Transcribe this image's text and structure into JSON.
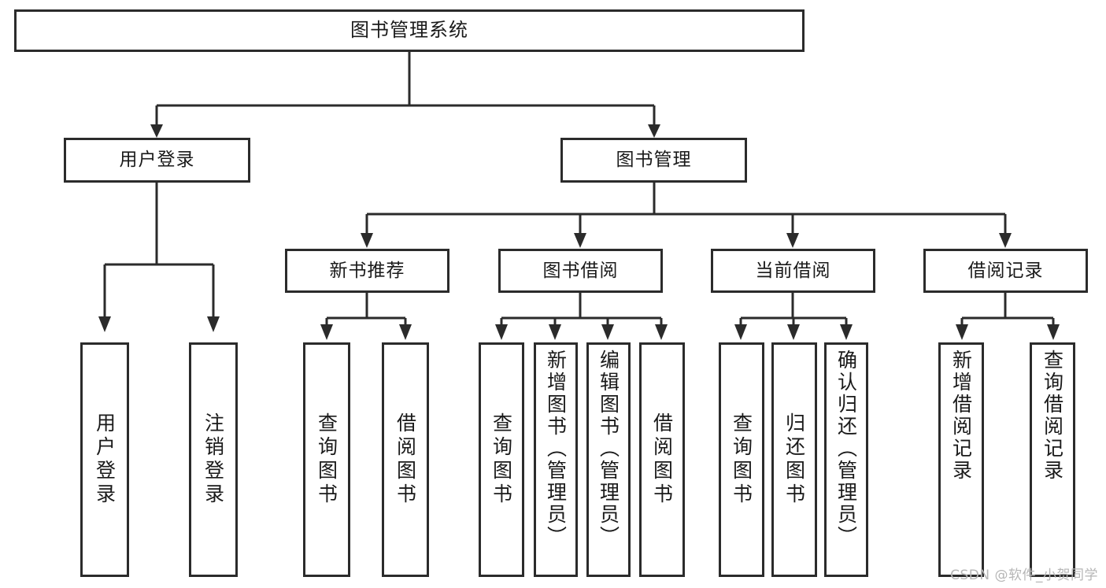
{
  "diagram": {
    "title": "图书管理系统",
    "type": "hierarchy-tree",
    "root": {
      "label": "图书管理系统"
    },
    "branches": [
      {
        "label": "用户登录"
      },
      {
        "label": "图书管理"
      }
    ],
    "sub_branches": [
      {
        "label": "新书推荐"
      },
      {
        "label": "图书借阅"
      },
      {
        "label": "当前借阅"
      },
      {
        "label": "借阅记录"
      }
    ],
    "leaves": {
      "user_login": [
        {
          "label": "用户登录"
        },
        {
          "label": "注销登录"
        }
      ],
      "new_book_recommend": [
        {
          "label": "查询图书"
        },
        {
          "label": "借阅图书"
        }
      ],
      "book_borrow": [
        {
          "label": "查询图书"
        },
        {
          "label": "新增图书（管理员）"
        },
        {
          "label": "编辑图书（管理员）"
        },
        {
          "label": "借阅图书"
        }
      ],
      "current_borrow": [
        {
          "label": "查询图书"
        },
        {
          "label": "归还图书"
        },
        {
          "label": "确认归还（管理员）"
        }
      ],
      "borrow_record": [
        {
          "label": "新增借阅记录"
        },
        {
          "label": "查询借阅记录"
        }
      ]
    }
  },
  "watermark": {
    "text": "CSDN @软件_小贺同学"
  },
  "colors": {
    "stroke": "#2b2b2b",
    "background": "#ffffff",
    "text": "#1a1a1a",
    "watermark": "#b6b6b6"
  }
}
